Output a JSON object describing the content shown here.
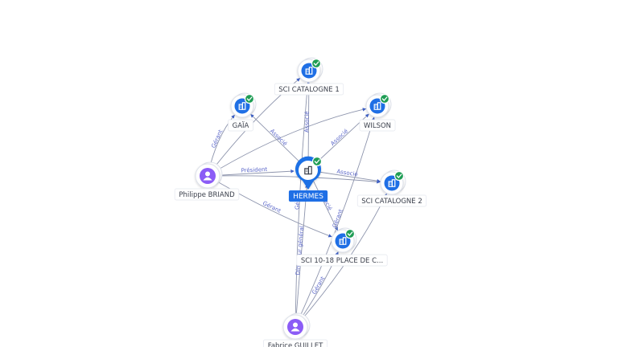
{
  "graph": {
    "nodes": [
      {
        "id": "hermes",
        "label": "HERMES",
        "type": "company",
        "verified": true,
        "central": true
      },
      {
        "id": "cat1",
        "label": "SCI CATALOGNE 1",
        "type": "company",
        "verified": true
      },
      {
        "id": "gaia",
        "label": "GAÏA",
        "type": "company",
        "verified": true
      },
      {
        "id": "wilson",
        "label": "WILSON",
        "type": "company",
        "verified": true
      },
      {
        "id": "cat2",
        "label": "SCI CATALOGNE 2",
        "type": "company",
        "verified": true
      },
      {
        "id": "place",
        "label": "SCI 10-18 PLACE DE C...",
        "type": "company",
        "verified": true
      },
      {
        "id": "philippe",
        "label": "Philippe BRIAND",
        "type": "person"
      },
      {
        "id": "fabrice",
        "label": "Fabrice GUILLET",
        "type": "person"
      }
    ],
    "edges": [
      {
        "from": "philippe",
        "to": "hermes",
        "label": "Président"
      },
      {
        "from": "philippe",
        "to": "gaia",
        "label": "Gérant"
      },
      {
        "from": "philippe",
        "to": "cat1",
        "label": ""
      },
      {
        "from": "philippe",
        "to": "wilson",
        "label": ""
      },
      {
        "from": "philippe",
        "to": "cat2",
        "label": ""
      },
      {
        "from": "philippe",
        "to": "place",
        "label": "Gérant"
      },
      {
        "from": "hermes",
        "to": "gaia",
        "label": "Associé"
      },
      {
        "from": "hermes",
        "to": "cat1",
        "label": "Associé"
      },
      {
        "from": "hermes",
        "to": "wilson",
        "label": "Associé"
      },
      {
        "from": "hermes",
        "to": "cat2",
        "label": "Associé"
      },
      {
        "from": "hermes",
        "to": "place",
        "label": "Associé"
      },
      {
        "from": "fabrice",
        "to": "hermes",
        "label": "Directeur général"
      },
      {
        "from": "fabrice",
        "to": "cat1",
        "label": "Gérant"
      },
      {
        "from": "fabrice",
        "to": "place",
        "label": "Gérant"
      },
      {
        "from": "fabrice",
        "to": "wilson",
        "label": "Gérant"
      },
      {
        "from": "fabrice",
        "to": "cat2",
        "label": ""
      }
    ]
  },
  "colors": {
    "company_icon": "#1f6fe5",
    "person_icon": "#8b5cf6",
    "verified_badge": "#1f9d55",
    "edge": "#8e95ad",
    "edge_label": "#5b67c9"
  },
  "icons": {
    "company": "building-icon",
    "person": "user-icon",
    "verified": "check-badge-icon"
  }
}
